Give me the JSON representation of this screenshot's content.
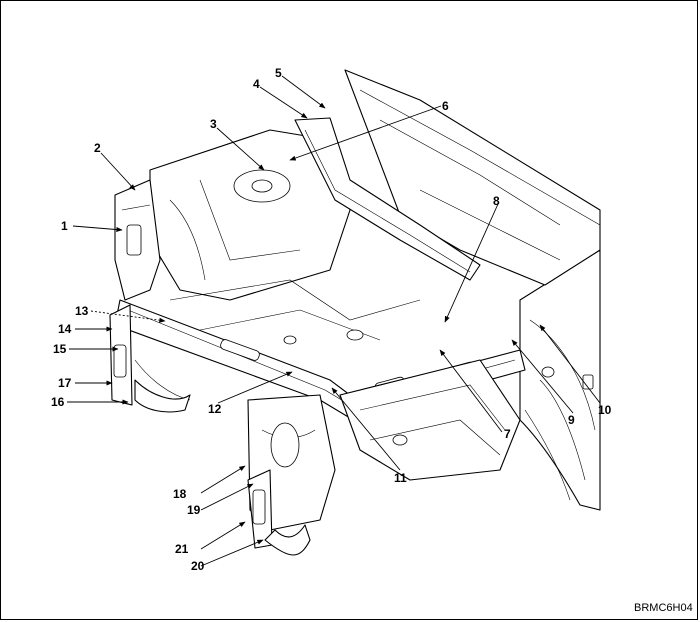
{
  "diagram": {
    "code": "BRMC6H04",
    "callouts": [
      {
        "id": "1",
        "label": "1"
      },
      {
        "id": "2",
        "label": "2"
      },
      {
        "id": "3",
        "label": "3"
      },
      {
        "id": "4",
        "label": "4"
      },
      {
        "id": "5",
        "label": "5"
      },
      {
        "id": "6",
        "label": "6"
      },
      {
        "id": "7",
        "label": "7"
      },
      {
        "id": "8",
        "label": "8"
      },
      {
        "id": "9",
        "label": "9"
      },
      {
        "id": "10",
        "label": "10"
      },
      {
        "id": "11",
        "label": "11"
      },
      {
        "id": "12",
        "label": "12"
      },
      {
        "id": "13",
        "label": "13"
      },
      {
        "id": "14",
        "label": "14"
      },
      {
        "id": "15",
        "label": "15"
      },
      {
        "id": "16",
        "label": "16"
      },
      {
        "id": "17",
        "label": "17"
      },
      {
        "id": "18",
        "label": "18"
      },
      {
        "id": "19",
        "label": "19"
      },
      {
        "id": "20",
        "label": "20"
      },
      {
        "id": "21",
        "label": "21"
      }
    ]
  }
}
